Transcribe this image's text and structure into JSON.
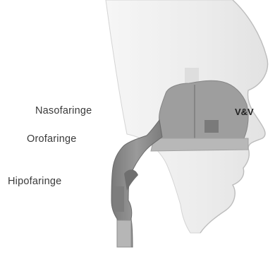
{
  "labels": {
    "nasofaringe": "Nasofaringe",
    "orofaringe": "Orofaringe",
    "hipofaringe": "Hipofaringe",
    "vv": "V&V"
  },
  "colors": {
    "background": "#ffffff",
    "head_silhouette": "#ebebeb",
    "head_edge": "#cfcfcf",
    "airway_fill": "#8c8c8c",
    "airway_dark": "#6e6e6e",
    "label_text": "#3a3a3a"
  }
}
